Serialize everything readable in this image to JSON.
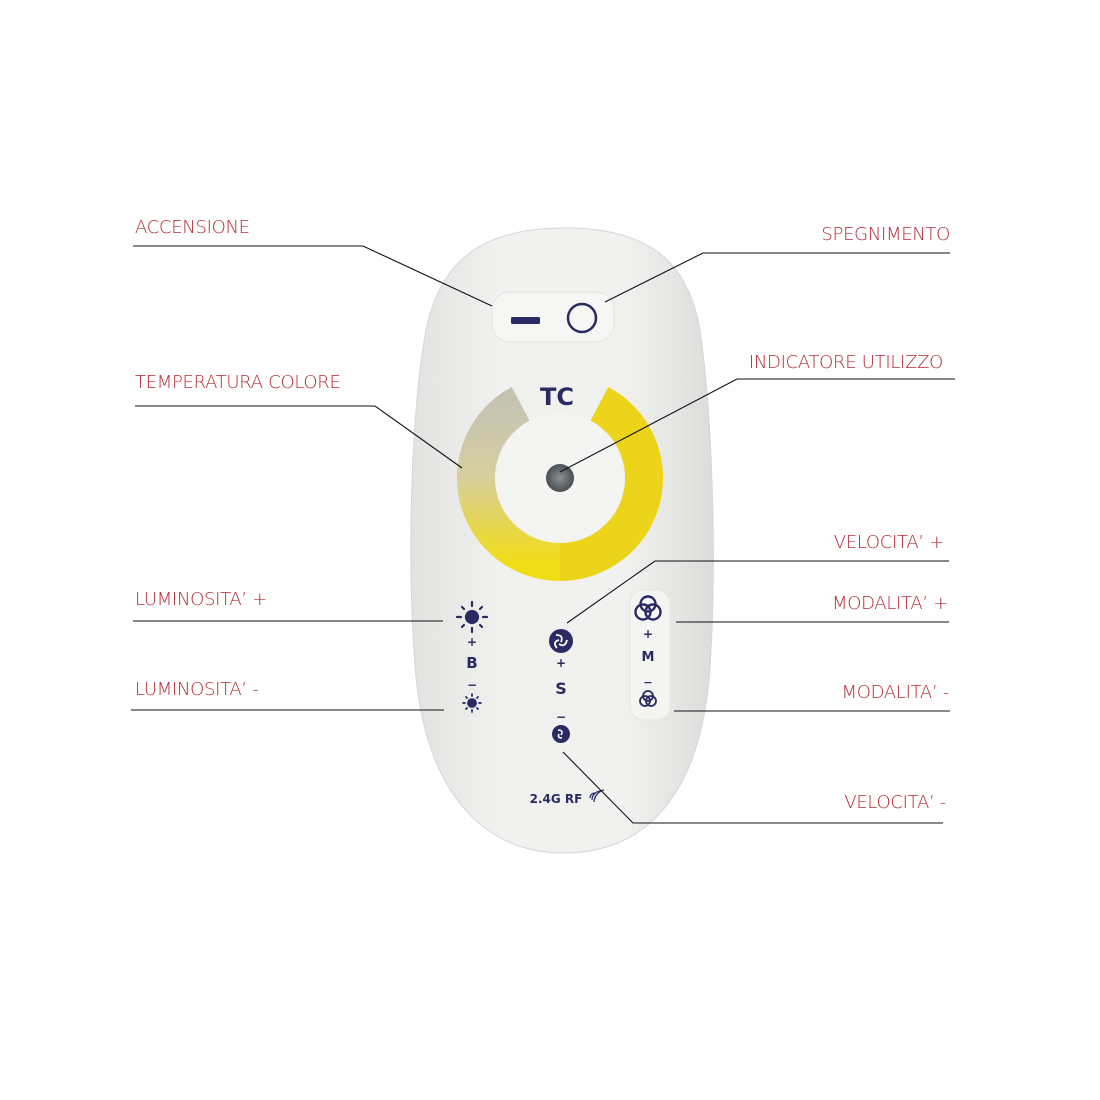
{
  "callouts": {
    "accensione": "ACCENSIONE",
    "spegnimento": "SPEGNIMENTO",
    "temperatura_colore": "TEMPERATURA COLORE",
    "indicatore_utilizzo": "INDICATORE UTILIZZO",
    "velocita_piu": "VELOCITA’ +",
    "luminosita_piu": "LUMINOSITA’ +",
    "modalita_piu": "MODALITA’ +",
    "luminosita_meno": "LUMINOSITA’ -",
    "modalita_meno": "MODALITA’ -",
    "velocita_meno": "VELOCITA’ -"
  },
  "remote": {
    "ring_label": "TC",
    "brightness": {
      "plus": "+",
      "letter": "B",
      "minus": "−"
    },
    "speed": {
      "plus": "+",
      "letter": "S",
      "minus": "−"
    },
    "mode": {
      "plus": "+",
      "letter": "M",
      "minus": "−"
    },
    "rf_label": "2.4G RF"
  },
  "colors": {
    "label": "#b22a36",
    "icon": "#2b2b63",
    "ring_warm": "#ecd41a",
    "ring_cool": "#c8c4b0"
  }
}
